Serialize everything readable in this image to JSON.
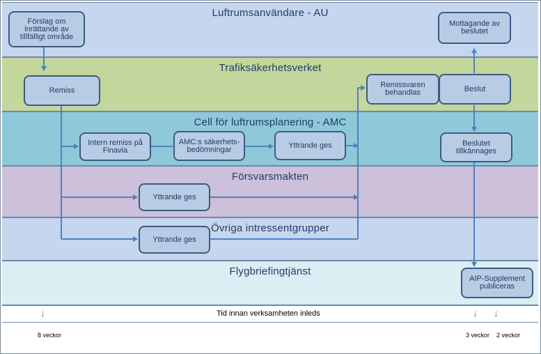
{
  "lanes": [
    {
      "title": "Luftrumsanvändare  - AU",
      "color": "#c5d6ee"
    },
    {
      "title": "Trafiksäkerhetsverket",
      "color": "#c3d69b"
    },
    {
      "title": "Cell för luftrumsplanering  - AMC",
      "color": "#8fc9d9"
    },
    {
      "title": "Försvarsmakten",
      "color": "#ccc0da"
    },
    {
      "title": "Övriga  intressentgrupper",
      "color": "#c5d6ee"
    },
    {
      "title": "Flygbriefingtjänst",
      "color": "#daeef3"
    }
  ],
  "boxes": {
    "forslag": "Förslag om inrättande av tillfälligt område",
    "mottagande": "Mottagande av beslutet",
    "remiss": "Remiss",
    "remissvaren": "Remissvaren behandlas",
    "beslut": "Beslut",
    "intern_remiss": "Intern remiss på Finavia",
    "amc_bedomningar": "AMC:s säkerhets-bedömningar",
    "yttrande_amc": "Yttrande ges",
    "beslutet_tillkannages": "Beslutet tillkännages",
    "yttrande_fm": "Yttrande ges",
    "yttrande_ovriga": "Yttrande ges",
    "aip": "AIP-Supplement publiceras"
  },
  "timeline": {
    "label": "Tid innan verksamheten inleds",
    "weeks": [
      "8 veckor",
      "3 veckor",
      "2 veckor"
    ]
  },
  "colors": {
    "box_fill": "#b8cce4",
    "box_border": "#3b5b82",
    "arrow": "#4f81bd",
    "text": "#1f3d66"
  }
}
